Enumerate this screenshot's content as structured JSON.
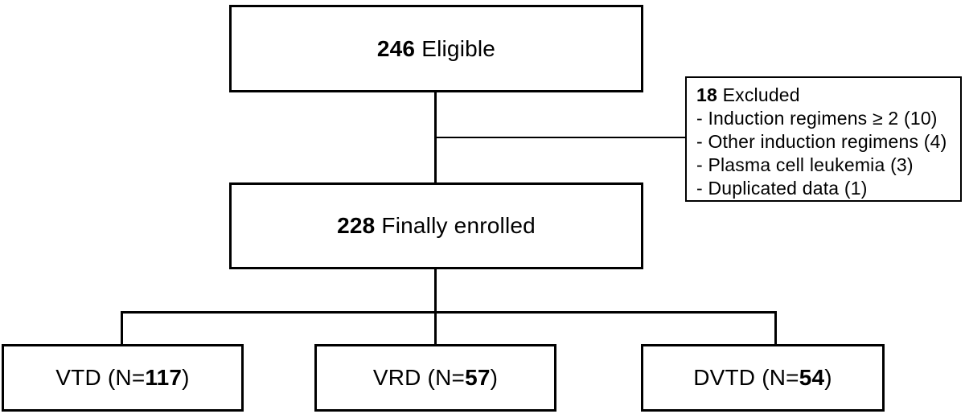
{
  "diagram": {
    "type": "patient-flow",
    "colors": {
      "line": "#000000",
      "box_background": "#ffffff",
      "text": "#000000"
    },
    "eligible": {
      "count": "246",
      "label": "Eligible"
    },
    "excluded": {
      "count": "18",
      "label": "Excluded",
      "reasons": [
        "- Induction regimens ≥ 2 (10)",
        "- Other induction regimens (4)",
        "- Plasma cell leukemia (3)",
        "- Duplicated data (1)"
      ]
    },
    "enrolled": {
      "count": "228",
      "label": "Finally enrolled"
    },
    "arms": [
      {
        "prefix": "VTD (N=",
        "n": "117",
        "suffix": ")"
      },
      {
        "prefix": "VRD (N=",
        "n": "57",
        "suffix": ")"
      },
      {
        "prefix": "DVTD (N=",
        "n": "54",
        "suffix": ")"
      }
    ]
  }
}
